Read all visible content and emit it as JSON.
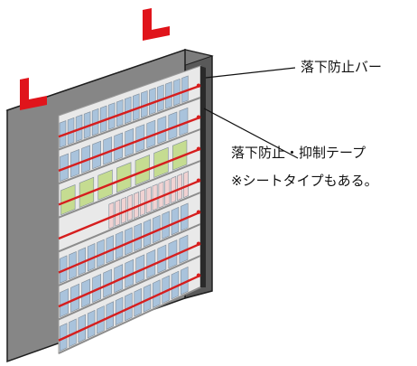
{
  "labels": {
    "fall_prevention_bar": "落下防止バー",
    "fall_prevention_tape": "落下防止・抑制テープ",
    "sheet_type_note": "※シートタイプもある。"
  },
  "colors": {
    "cabinet_front": "#868686",
    "cabinet_side": "#595959",
    "cabinet_top": "#7c7c7c",
    "cabinet_edge": "#1e1e1e",
    "shelf_back": "#e9e9e9",
    "prevention_bar": "#d61e1e",
    "top_bracket": "#e0141b",
    "book_blue": "#a9c3dc",
    "book_green": "#c5dc91",
    "book_pink": "#f0d2d2"
  },
  "shelves": [
    {
      "name": "shelf-1",
      "books": [
        {
          "color": "blue",
          "count": 16
        }
      ]
    },
    {
      "name": "shelf-2",
      "books": [
        {
          "color": "blue",
          "count": 12
        }
      ]
    },
    {
      "name": "shelf-3",
      "books": [
        {
          "color": "green",
          "count": 7
        }
      ]
    },
    {
      "name": "shelf-4",
      "books": [
        {
          "color": "pink",
          "count": 13
        }
      ]
    },
    {
      "name": "shelf-5",
      "books": [
        {
          "color": "blue",
          "count": 14
        }
      ]
    },
    {
      "name": "shelf-6",
      "books": [
        {
          "color": "blue",
          "count": 12
        }
      ]
    },
    {
      "name": "shelf-7",
      "books": [
        {
          "color": "blue",
          "count": 14
        }
      ]
    }
  ]
}
